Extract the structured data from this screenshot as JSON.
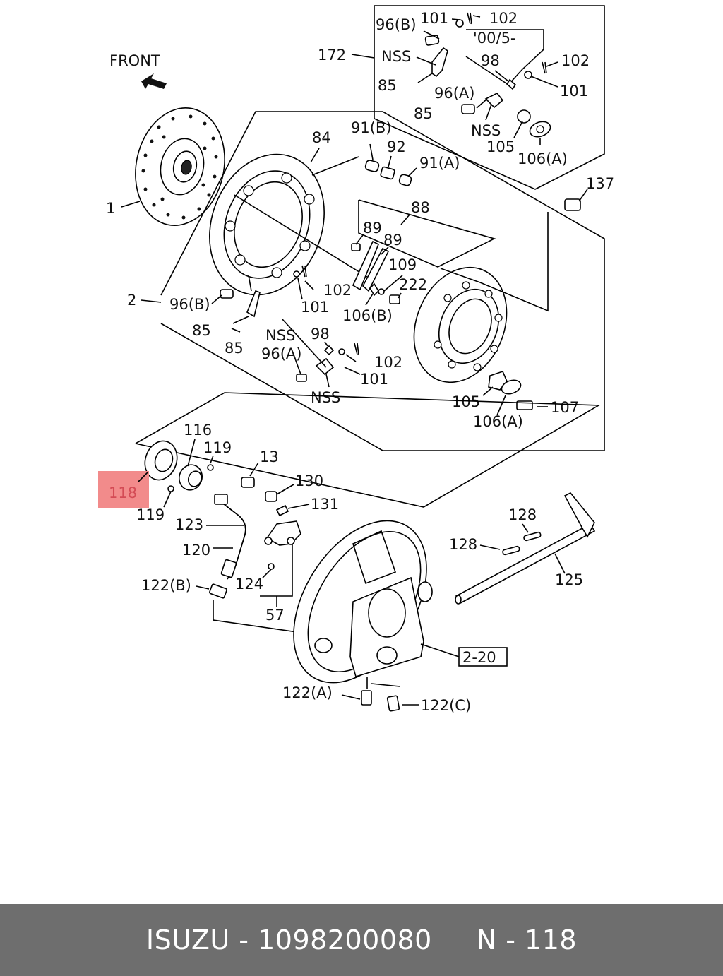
{
  "diagram": {
    "direction": "FRONT",
    "highlight_label": "118",
    "highlight_color": "#f28b8b",
    "callouts": {
      "c96b_top": "96(B)",
      "c101_top": "101",
      "c102_top": "102",
      "c172": "172",
      "date_note": "'00/5-",
      "nss_top": "NSS",
      "c98_top": "98",
      "c102_r": "102",
      "c85_top": "85",
      "c96a_top": "96(A)",
      "c101_r": "101",
      "c85_top2": "85",
      "nss_top2": "NSS",
      "c105_top": "105",
      "c106a_top": "106(A)",
      "c84": "84",
      "c91b": "91(B)",
      "c92": "92",
      "c91a": "91(A)",
      "c137": "137",
      "c1": "1",
      "c88": "88",
      "c89a": "89",
      "c89b": "89",
      "c2": "2",
      "c96b_mid": "96(B)",
      "c102_mid": "102",
      "c109": "109",
      "c101_mid": "101",
      "c222": "222",
      "c106b": "106(B)",
      "c85_mid": "85",
      "nss_mid": "NSS",
      "c85_mid2": "85",
      "c98_mid": "98",
      "c96a_mid": "96(A)",
      "c102_mid2": "102",
      "c101_mid2": "101",
      "nss_mid2": "NSS",
      "c105_mid": "105",
      "c107": "107",
      "c106a_mid": "106(A)",
      "c116": "116",
      "c119_top": "119",
      "c13": "13",
      "c130": "130",
      "c131": "131",
      "c119_low": "119",
      "c123": "123",
      "c120": "120",
      "c128_top": "128",
      "c128_l": "128",
      "c125": "125",
      "c122b": "122(B)",
      "c124": "124",
      "c57": "57",
      "c2_20": "2-20",
      "c122a": "122(A)",
      "c122c": "122(C)"
    }
  },
  "footer": {
    "brand": "ISUZU",
    "part_number": "1098200080",
    "position_prefix": "N",
    "position_number": "118",
    "text": "ISUZU - 1098200080     N - 118"
  }
}
